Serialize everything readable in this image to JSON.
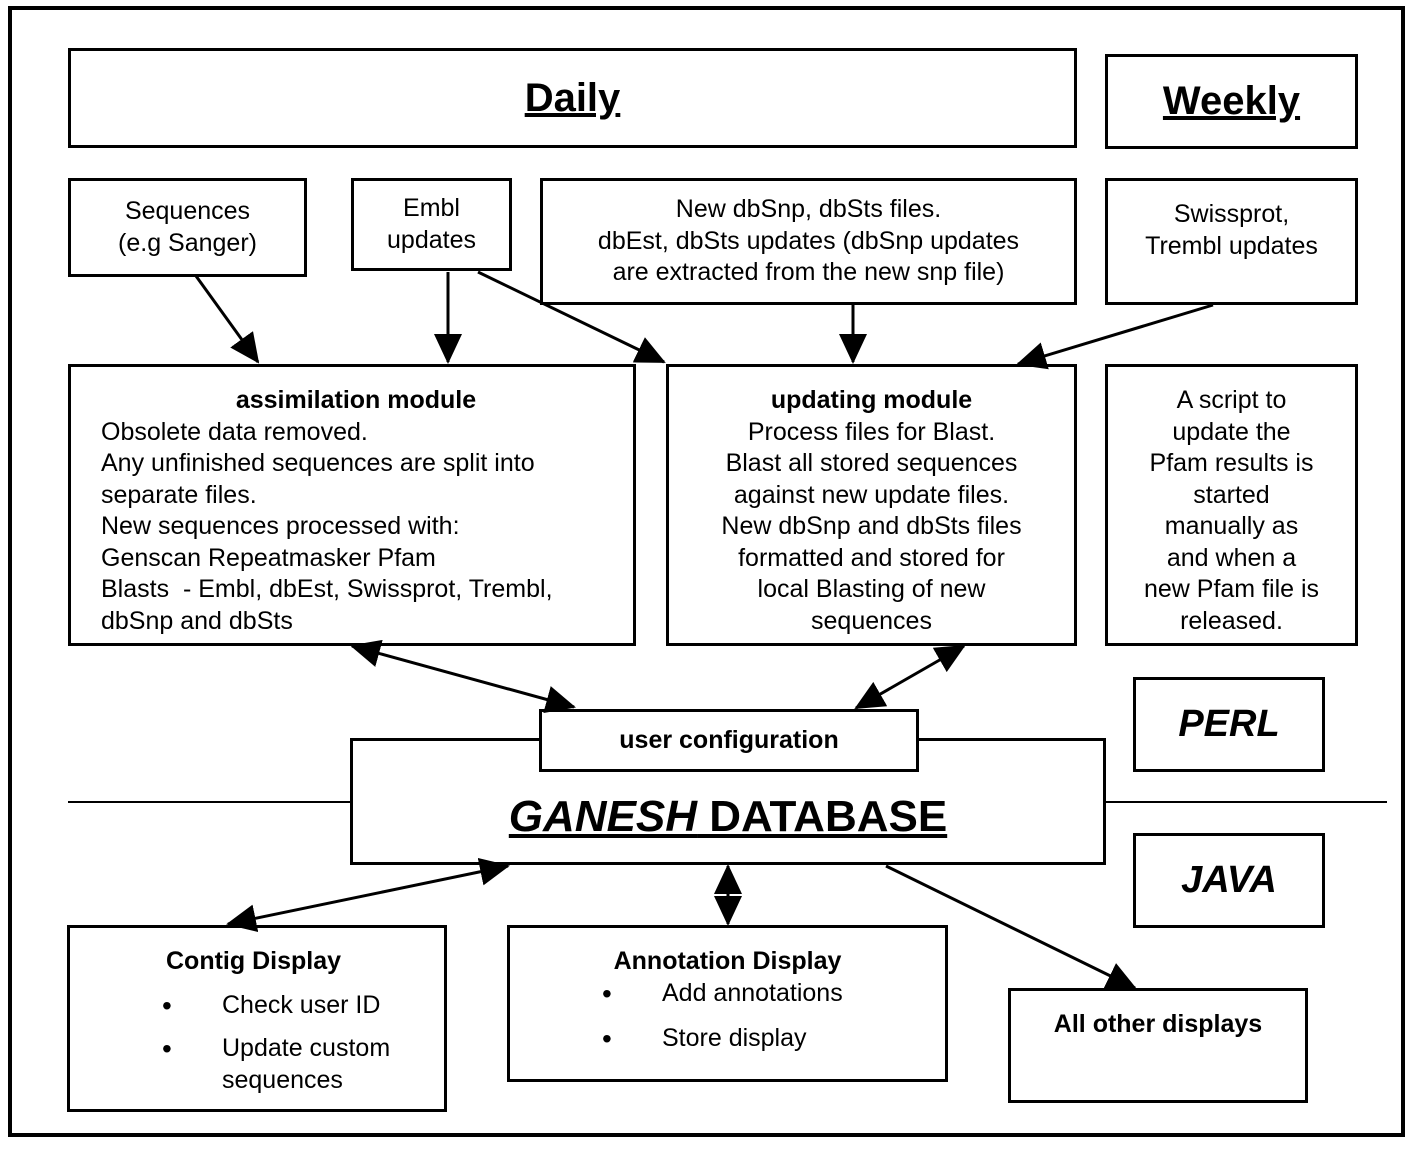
{
  "headers": {
    "daily": "Daily",
    "weekly": "Weekly"
  },
  "sources": {
    "sequences": [
      "Sequences",
      "(e.g Sanger)"
    ],
    "embl": [
      "Embl",
      "updates"
    ],
    "dbsnp": [
      "New dbSnp, dbSts files.",
      "dbEst, dbSts updates (dbSnp updates",
      "are extracted from the new snp file)"
    ],
    "swissprot": [
      "Swissprot,",
      "Trembl updates"
    ]
  },
  "assimilation": {
    "title": "assimilation module",
    "lines": [
      "Obsolete data removed.",
      "Any unfinished sequences are split into",
      "separate files.",
      "New sequences processed with:",
      "Genscan Repeatmasker Pfam",
      "Blasts  - Embl, dbEst, Swissprot, Trembl,",
      "dbSnp and dbSts"
    ]
  },
  "updating": {
    "title": "updating module",
    "lines": [
      "Process files for Blast.",
      "Blast all stored sequences",
      "against new update files.",
      "New dbSnp and dbSts files",
      "formatted and stored for",
      "local Blasting of new",
      "sequences"
    ]
  },
  "pfam": {
    "lines": [
      "A script to",
      "update the",
      "Pfam results is",
      "started",
      "manually as",
      "and when a",
      "new Pfam file is",
      "released."
    ]
  },
  "user_config": "user configuration",
  "database": {
    "italic": "GANESH",
    "rest": " DATABASE"
  },
  "languages": {
    "perl": "PERL",
    "java": "JAVA"
  },
  "contig": {
    "title": "Contig Display",
    "items": [
      [
        "Check user ID"
      ],
      [
        "Update custom",
        "sequences"
      ]
    ]
  },
  "annotation": {
    "title": "Annotation Display",
    "items": [
      "Add annotations",
      "Store display"
    ]
  },
  "other": "All other displays",
  "bullet": "•"
}
